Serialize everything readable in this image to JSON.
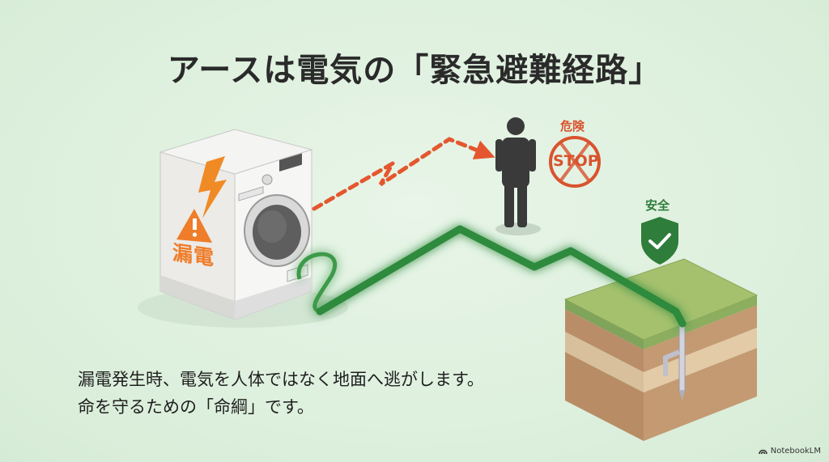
{
  "slide": {
    "title": "アースは電気の「緊急避難経路」",
    "caption": {
      "line1": "漏電発生時、電気を人体ではなく地面へ逃がします。",
      "line2": "命を守るための「命綱」です。"
    }
  },
  "illustration": {
    "washing_machine": {
      "warning_label": "漏電",
      "icons": [
        "lightning-icon",
        "warning-triangle-icon"
      ]
    },
    "danger_path": {
      "style": "dashed",
      "color": "#e4572e",
      "target": "person"
    },
    "person": {
      "label": "危険",
      "sign_text": "STOP"
    },
    "ground_path": {
      "color": "#2f8a3c",
      "glow": "#6fe06f"
    },
    "ground_block": {
      "label": "安全",
      "icon": "shield-check-icon"
    }
  },
  "colors": {
    "background": "#e3f2e3",
    "danger": "#d9532e",
    "warning_orange": "#ef7d2a",
    "safe_green": "#2e7d3a",
    "wire_green": "#2f8a3c"
  },
  "brand": {
    "label": "NotebookLM"
  }
}
